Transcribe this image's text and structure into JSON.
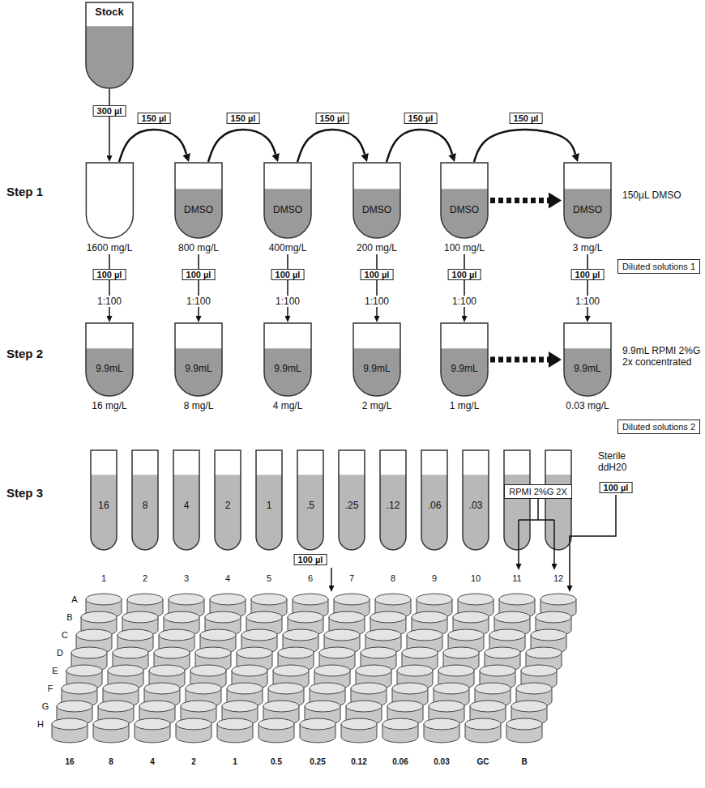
{
  "diagram": {
    "nodes": [
      {
        "text": [
          "Stock"
        ]
      },
      {
        "text": [
          "1600 mg/L"
        ]
      },
      {
        "text": [
          "DMSO",
          "800 mg/L"
        ]
      },
      {
        "text": [
          "DMSO",
          "400mg/L"
        ]
      },
      {
        "text": [
          "DMSO",
          "200 mg/L"
        ]
      },
      {
        "text": [
          "DMSO",
          "100 mg/L"
        ]
      },
      {
        "text": [
          "DMSO",
          "3 mg/L"
        ]
      },
      {
        "text": [
          "Diluted solutions 1"
        ]
      },
      {
        "text": [
          "9.9mL",
          "16 mg/L"
        ]
      },
      {
        "text": [
          "9.9mL",
          "8 mg/L"
        ]
      },
      {
        "text": [
          "9.9mL",
          "4 mg/L"
        ]
      },
      {
        "text": [
          "9.9mL",
          "2 mg/L"
        ]
      },
      {
        "text": [
          "9.9mL",
          "1 mg/L"
        ]
      },
      {
        "text": [
          "9.9mL",
          "0.03 mg/L"
        ]
      },
      {
        "text": [
          "Diluted solutions 2"
        ]
      },
      {
        "text": [
          "16"
        ]
      },
      {
        "text": [
          "8"
        ]
      },
      {
        "text": [
          "4"
        ]
      },
      {
        "text": [
          "2"
        ]
      },
      {
        "text": [
          "1"
        ]
      },
      {
        "text": [
          ".5"
        ]
      },
      {
        "text": [
          ".25"
        ]
      },
      {
        "text": [
          ".12"
        ]
      },
      {
        "text": [
          ".06"
        ]
      },
      {
        "text": [
          ".03"
        ]
      },
      {
        "text": [
          "RPMI 2%G 2X"
        ]
      }
    ],
    "edges": [
      {
        "from": 0,
        "to": 1,
        "label": "300 µl",
        "arrow": "to"
      },
      {
        "from": 1,
        "to": 2,
        "label": "150 µl",
        "arrow": "to"
      },
      {
        "from": 2,
        "to": 3,
        "label": "150 µl",
        "arrow": "to"
      },
      {
        "from": 3,
        "to": 4,
        "label": "150 µl",
        "arrow": "to"
      },
      {
        "from": 4,
        "to": 5,
        "label": "150 µl",
        "arrow": "to"
      },
      {
        "from": 5,
        "to": 6,
        "label": "150 µl",
        "arrow": "to"
      },
      {
        "from": 5,
        "to": 6,
        "arrow": "to"
      },
      {
        "from": 1,
        "to": 8,
        "label": "100 µl",
        "arrow": "to"
      },
      {
        "from": 2,
        "to": 9,
        "label": "100 µl",
        "arrow": "to"
      },
      {
        "from": 3,
        "to": 10,
        "label": "100 µl",
        "arrow": "to"
      },
      {
        "from": 4,
        "to": 11,
        "label": "100 µl",
        "arrow": "to"
      },
      {
        "from": 5,
        "to": 12,
        "label": "100 µl",
        "arrow": "to"
      },
      {
        "from": 6,
        "to": 13,
        "label": "100 µl",
        "arrow": "to"
      },
      {
        "from": 12,
        "to": 13,
        "arrow": "to"
      }
    ],
    "labels": [
      "Step 1",
      "150µL DMSO",
      "Step 2",
      "1:100",
      "1:100",
      "1:100",
      "1:100",
      "1:100",
      "1:100",
      "9.9mL RPMI 2%G 2x concentrated",
      "Step 3",
      "100 µl",
      "Sterile ddH20",
      "100 µl",
      "1",
      "2",
      "3",
      "4",
      "5",
      "6",
      "7",
      "8",
      "9",
      "10",
      "11",
      "12",
      "A",
      "B",
      "C",
      "D",
      "E",
      "F",
      "G",
      "H",
      "16",
      "8",
      "4",
      "2",
      "1",
      "0.5",
      "0.25",
      "0.12",
      "0.06",
      "0.03",
      "GC",
      "B"
    ]
  }
}
